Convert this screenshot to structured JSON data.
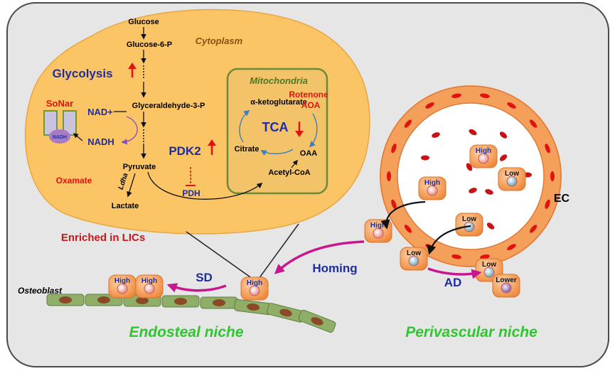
{
  "colors": {
    "frame_fill": "#e6e6e6",
    "cytoplasm_fill": "#fbc566",
    "mito_fill": "#f3c36a",
    "mito_border": "#6a8c3a",
    "blue_text": "#1f2d9e",
    "red_text": "#e2120f",
    "magenta_arrow": "#c8168f",
    "green_text": "#2ec72e",
    "brown_text": "#8b4f12",
    "cell_fill": "#f4a05a",
    "bone_fill": "#8fae67"
  },
  "pathway": {
    "glucose": "Glucose",
    "glucose6p": "Glucose-6-P",
    "gap": "Glyceraldehyde-3-P",
    "pyruvate": "Pyruvate",
    "lactate": "Lactate",
    "ldha": "Ldha",
    "pdh": "PDH",
    "acetylcoa": "Acetyl-CoA"
  },
  "cytoplasm": {
    "label": "Cytoplasm"
  },
  "glycolysis": {
    "label": "Glycolysis"
  },
  "sonar": {
    "label": "SoNar",
    "nadh_inner": "NADH"
  },
  "redox": {
    "nad": "NAD+",
    "nadh": "NADH"
  },
  "oxamate": {
    "label": "Oxamate"
  },
  "pdk2": {
    "label": "PDK2"
  },
  "mito": {
    "label": "Mitochondria",
    "akg": "α-ketoglutarate",
    "citrate": "Citrate",
    "oaa": "OAA",
    "tca": "TCA",
    "rotenone": "Rotenone",
    "aoa": "AOA"
  },
  "enriched": {
    "label": "Enriched in LICs"
  },
  "niche": {
    "endosteal": "Endosteal niche",
    "perivascular": "Perivascular niche",
    "osteoblast": "Osteoblast",
    "ec": "EC"
  },
  "arrows": {
    "sd": "SD",
    "homing": "Homing",
    "ad": "AD"
  },
  "cells": {
    "high": "High",
    "low": "Low",
    "lower": "Lower"
  }
}
